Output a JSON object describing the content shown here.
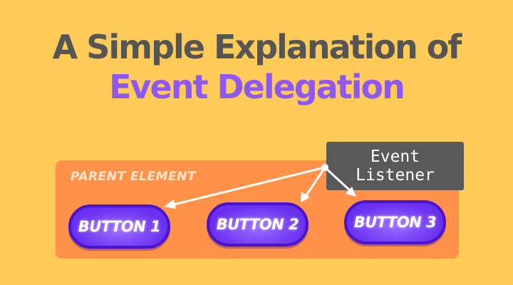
{
  "title": {
    "line1": "A Simple Explanation of",
    "line2": "Event Delegation"
  },
  "diagram": {
    "parent_label": "PARENT ELEMENT",
    "listener_line1": "Event",
    "listener_line2": "Listener",
    "buttons": [
      {
        "label": "BUTTON 1"
      },
      {
        "label": "BUTTON 2"
      },
      {
        "label": "BUTTON 3"
      }
    ]
  },
  "colors": {
    "background": "#fecb58",
    "title_dark": "#555555",
    "title_accent": "#8d58f5",
    "parent_panel": "#ff9248",
    "parent_label": "#ffe4c9",
    "button_fill": "#6a2ff0",
    "button_border": "#4a14c8",
    "button_text": "#ffffff",
    "listener_box": "#595959",
    "listener_text": "#ffffff",
    "arrow": "#ffffff"
  }
}
